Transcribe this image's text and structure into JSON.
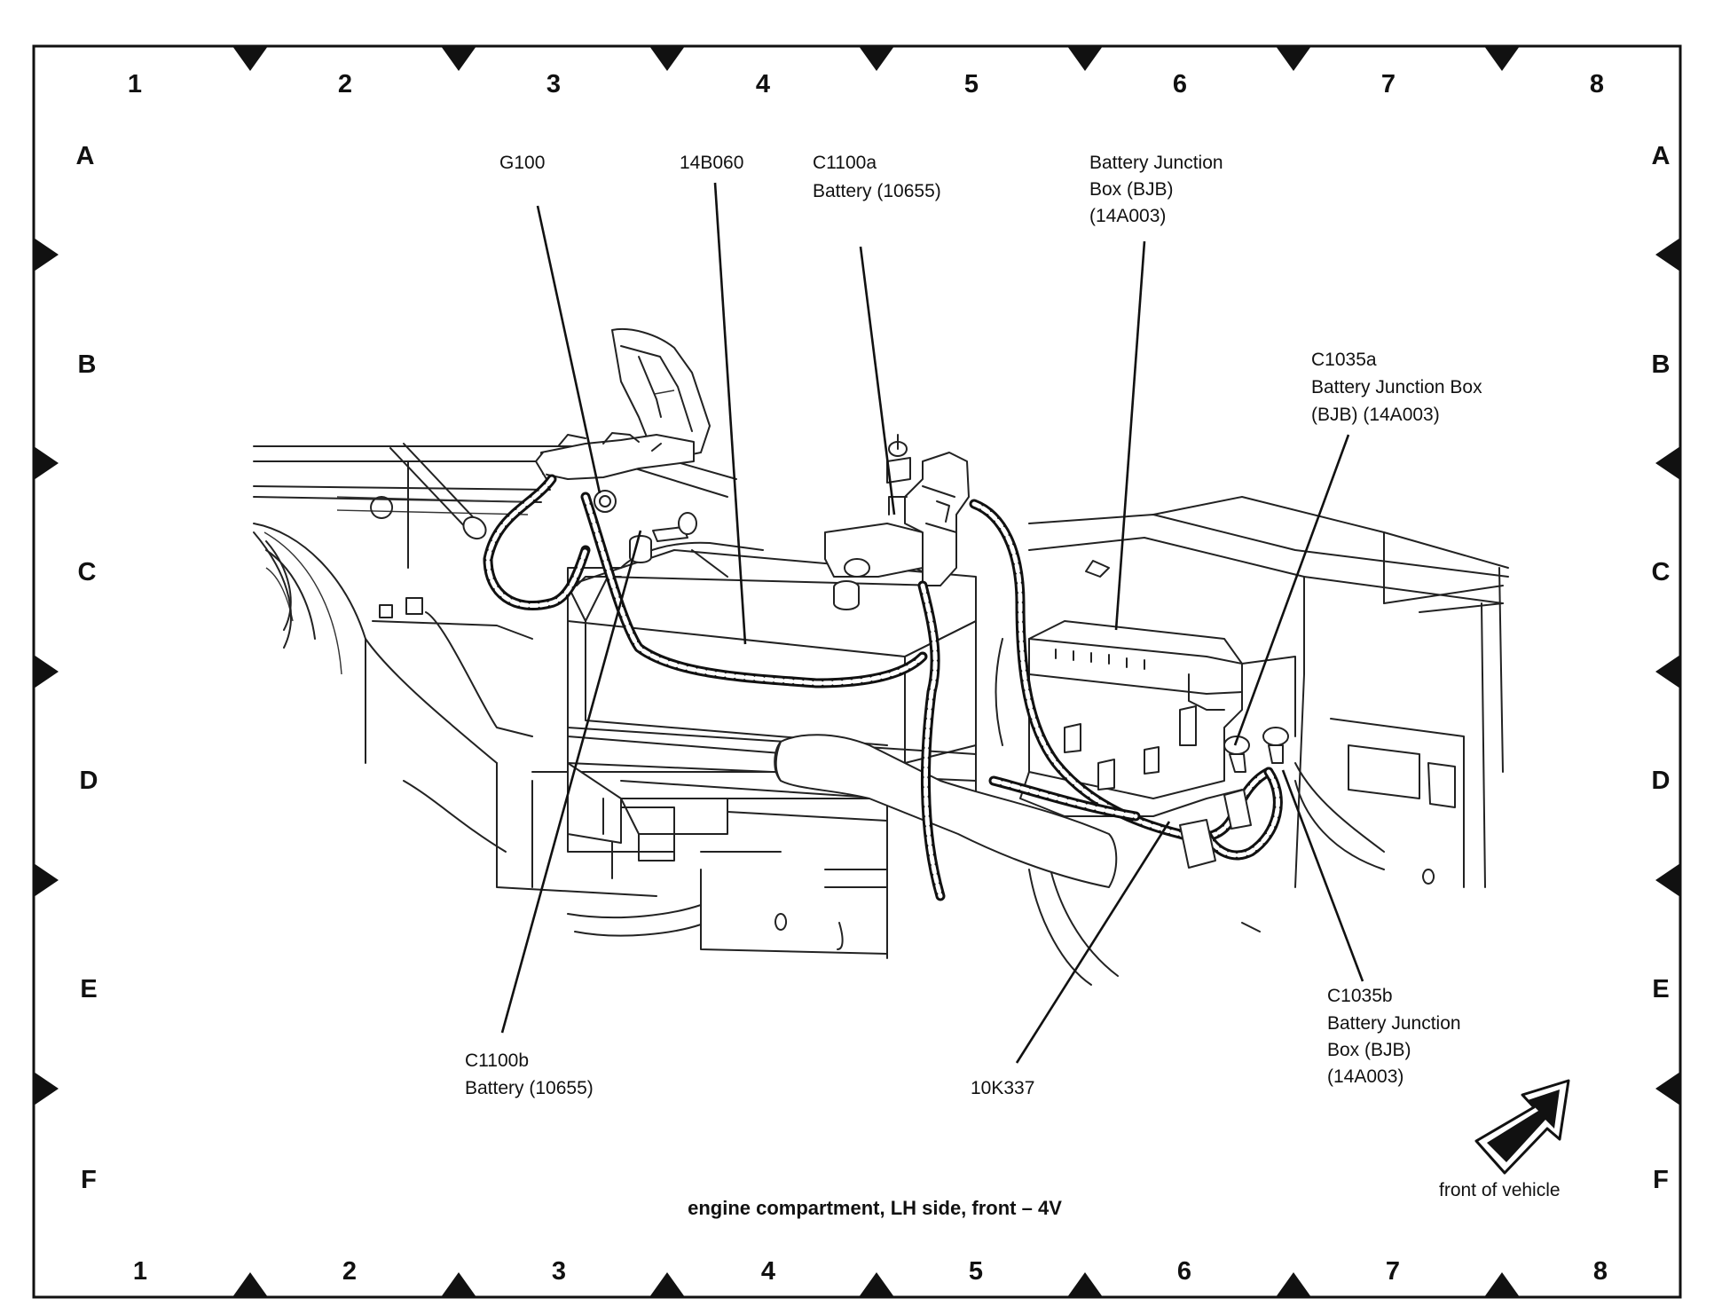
{
  "frame": {
    "columns": [
      "1",
      "2",
      "3",
      "4",
      "5",
      "6",
      "7",
      "8"
    ],
    "rows": [
      "A",
      "B",
      "C",
      "D",
      "E",
      "F"
    ]
  },
  "callouts": {
    "g100": [
      "G100"
    ],
    "14b060": [
      "14B060"
    ],
    "c1100a": [
      "C1100a",
      "Battery (10655)"
    ],
    "bjb": [
      "Battery Junction",
      "Box (BJB)",
      "(14A003)"
    ],
    "c1035a": [
      "C1035a",
      "Battery Junction Box",
      "(BJB) (14A003)"
    ],
    "c1100b": [
      "C1100b",
      "Battery (10655)"
    ],
    "10k337": [
      "10K337"
    ],
    "c1035b": [
      "C1035b",
      "Battery Junction",
      "Box (BJB)",
      "(14A003)"
    ]
  },
  "caption": "engine compartment, LH side, front – 4V",
  "orientation_label": "front of vehicle",
  "colors": {
    "ink": "#111111",
    "background": "#ffffff"
  }
}
